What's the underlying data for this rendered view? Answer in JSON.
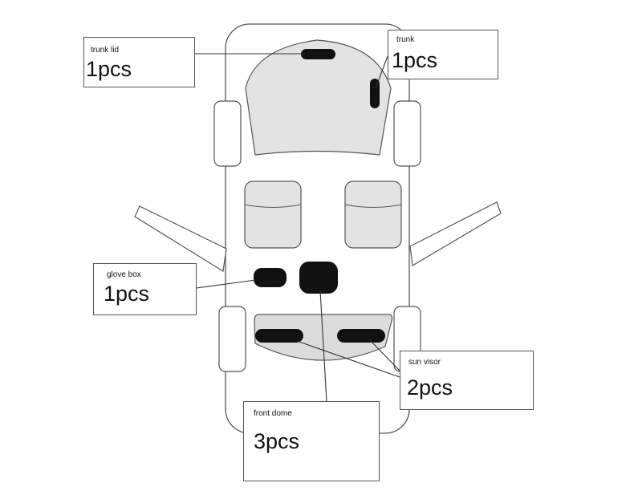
{
  "callouts": {
    "trunk_lid": {
      "label": "trunk lid",
      "qty": "1pcs"
    },
    "trunk": {
      "label": "trunk",
      "qty": "1pcs"
    },
    "glove_box": {
      "label": "glove box",
      "qty": "1pcs"
    },
    "sun_visor": {
      "label": "sun visor",
      "qty": "2pcs"
    },
    "front_dome": {
      "label": "front dome",
      "qty": "3pcs"
    }
  },
  "colors": {
    "outline": "#555555",
    "panel_fill": "#e3e3e3",
    "light_fill": "#dcdcdc",
    "light_mark": "#111111"
  }
}
